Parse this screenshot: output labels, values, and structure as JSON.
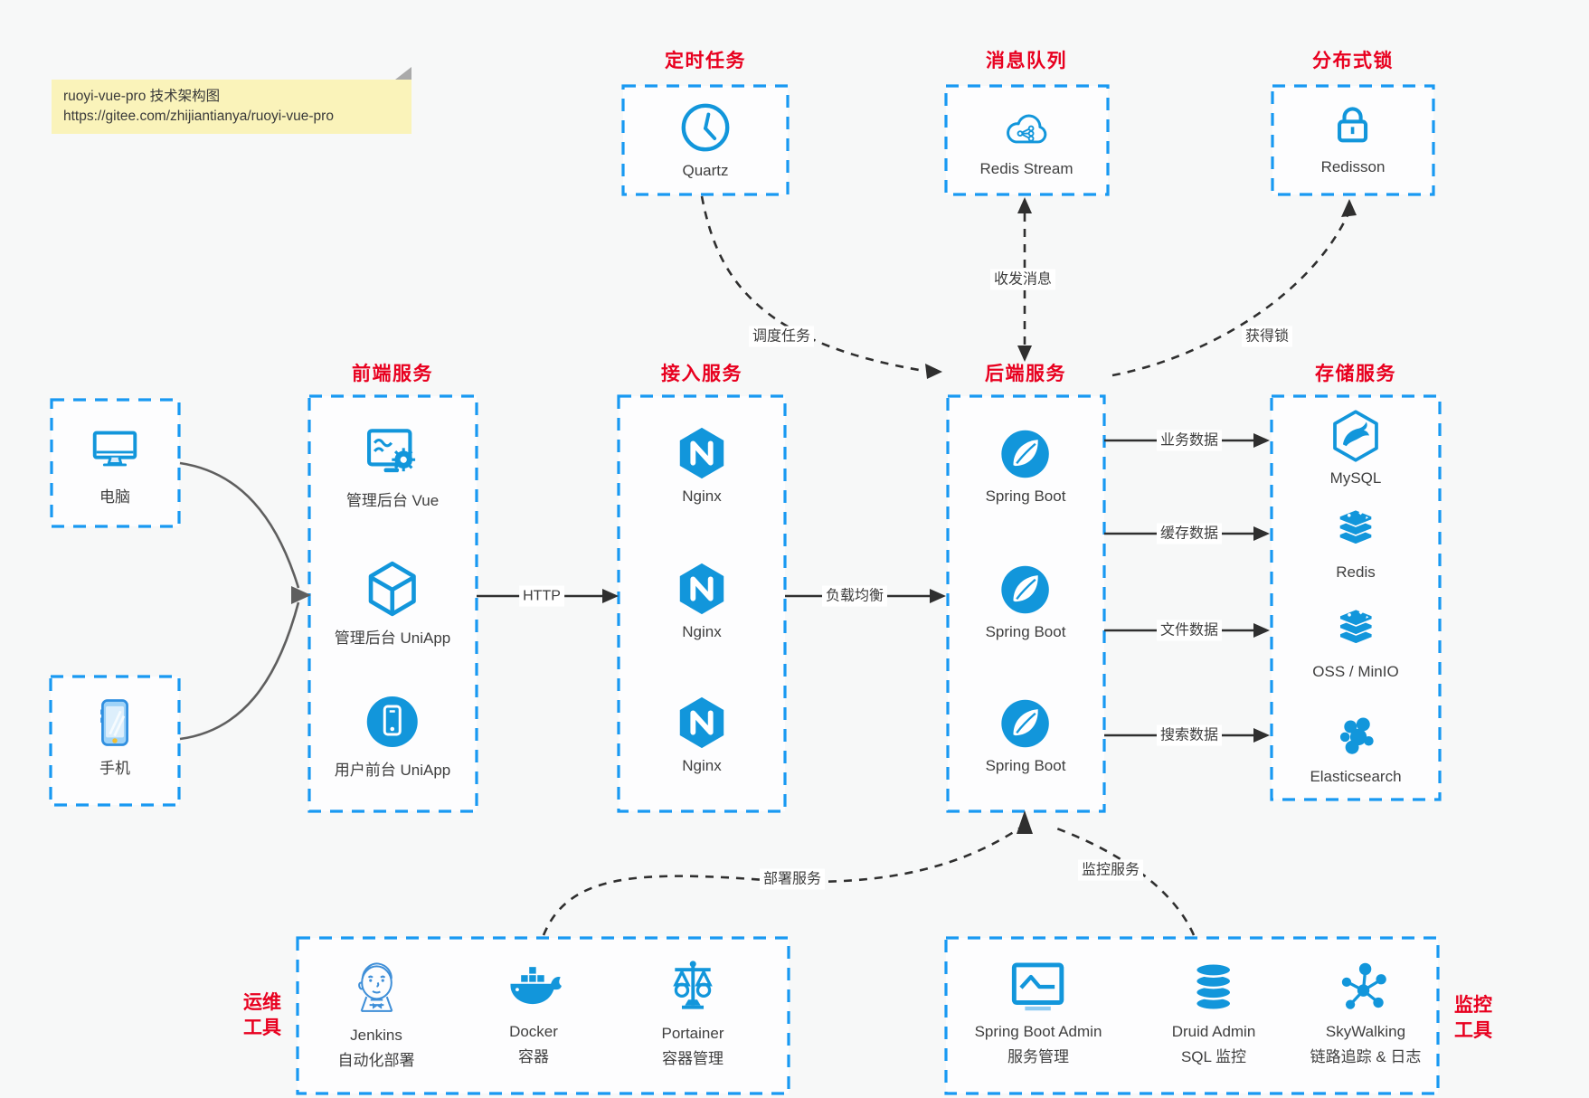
{
  "note": {
    "line1": "ruoyi-vue-pro 技术架构图",
    "line2": "https://gitee.com/zhijiantianya/ruoyi-vue-pro"
  },
  "top_groups": [
    {
      "title": "定时任务",
      "label": "Quartz"
    },
    {
      "title": "消息队列",
      "label": "Redis Stream"
    },
    {
      "title": "分布式锁",
      "label": "Redisson"
    }
  ],
  "clients": [
    {
      "label": "电脑"
    },
    {
      "label": "手机"
    }
  ],
  "columns": [
    {
      "title": "前端服务",
      "items": [
        {
          "label": "管理后台 Vue"
        },
        {
          "label": "管理后台 UniApp"
        },
        {
          "label": "用户前台 UniApp"
        }
      ]
    },
    {
      "title": "接入服务",
      "items": [
        {
          "label": "Nginx"
        },
        {
          "label": "Nginx"
        },
        {
          "label": "Nginx"
        }
      ]
    },
    {
      "title": "后端服务",
      "items": [
        {
          "label": "Spring Boot"
        },
        {
          "label": "Spring Boot"
        },
        {
          "label": "Spring Boot"
        }
      ]
    },
    {
      "title": "存储服务",
      "items": [
        {
          "label": "MySQL"
        },
        {
          "label": "Redis"
        },
        {
          "label": "OSS / MinIO"
        },
        {
          "label": "Elasticsearch"
        }
      ]
    }
  ],
  "bottom_groups": [
    {
      "title_line1": "运维",
      "title_line2": "工具",
      "items": [
        {
          "label": "Jenkins",
          "sublabel": "自动化部署"
        },
        {
          "label": "Docker",
          "sublabel": "容器"
        },
        {
          "label": "Portainer",
          "sublabel": "容器管理"
        }
      ]
    },
    {
      "title_line1": "监控",
      "title_line2": "工具",
      "items": [
        {
          "label": "Spring Boot Admin",
          "sublabel": "服务管理"
        },
        {
          "label": "Druid Admin",
          "sublabel": "SQL 监控"
        },
        {
          "label": "SkyWalking",
          "sublabel": "链路追踪 & 日志"
        }
      ]
    }
  ],
  "edges": {
    "http": "HTTP",
    "load_balance": "负载均衡",
    "schedule": "调度任务",
    "messaging": "收发消息",
    "lock": "获得锁",
    "business_data": "业务数据",
    "cache_data": "缓存数据",
    "file_data": "文件数据",
    "search_data": "搜索数据",
    "deploy": "部署服务",
    "monitor": "监控服务"
  },
  "colors": {
    "accent_blue": "#1296db",
    "dash_blue": "#1899f2",
    "title_red": "#e8001f",
    "background": "#f7f8f8"
  }
}
